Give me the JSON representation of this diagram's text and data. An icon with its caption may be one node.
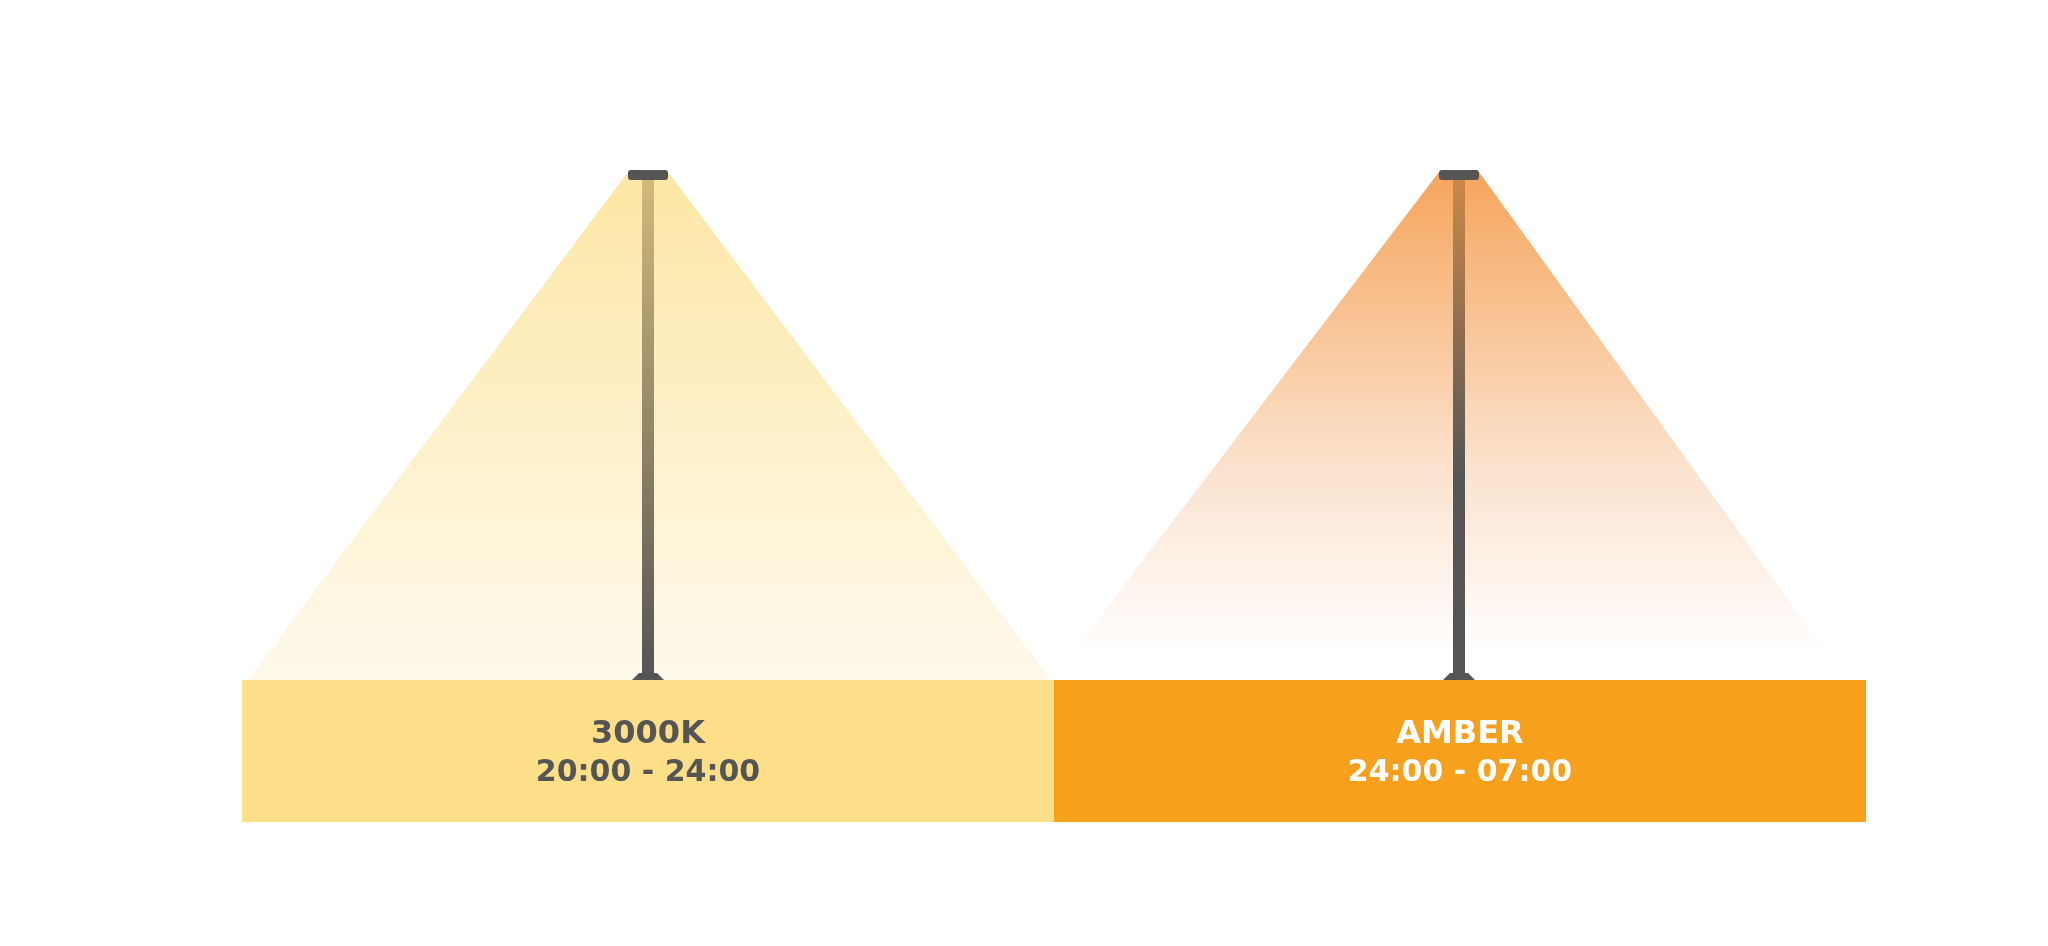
{
  "diagram": {
    "nodes": [
      {
        "text": [
          "3000K",
          "20:00 - 24:00"
        ]
      },
      {
        "text": [
          "AMBER",
          "24:00 - 07:00"
        ]
      }
    ]
  }
}
